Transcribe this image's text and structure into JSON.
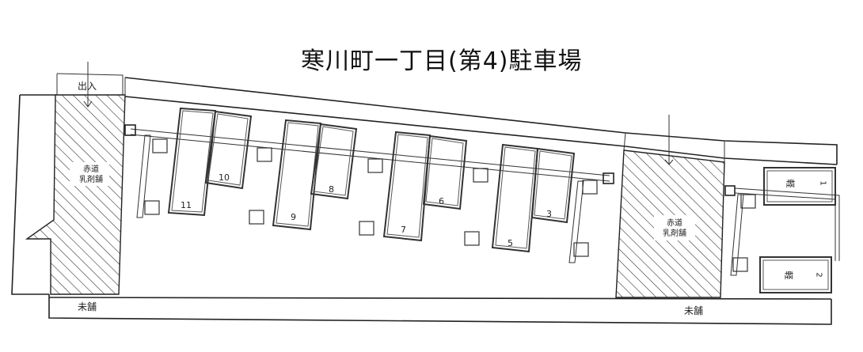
{
  "title": "寒川町一丁目(第4)駐車場",
  "labels": {
    "entrance": "出入",
    "red_road_left_line1": "赤道",
    "red_road_left_line2": "乳剤舗",
    "red_road_right_line1": "赤道",
    "red_road_right_line2": "乳剤舗",
    "unpaved_left": "未舗",
    "unpaved_right": "未舗",
    "kei_1": "軽",
    "kei_2": "軽"
  },
  "stalls": [
    {
      "number": "1",
      "type": "軽"
    },
    {
      "number": "2",
      "type": "軽"
    },
    {
      "number": "3"
    },
    {
      "number": "5"
    },
    {
      "number": "6"
    },
    {
      "number": "7"
    },
    {
      "number": "8"
    },
    {
      "number": "9"
    },
    {
      "number": "10"
    },
    {
      "number": "11"
    }
  ],
  "colors": {
    "line": "#222222",
    "background": "#ffffff"
  }
}
